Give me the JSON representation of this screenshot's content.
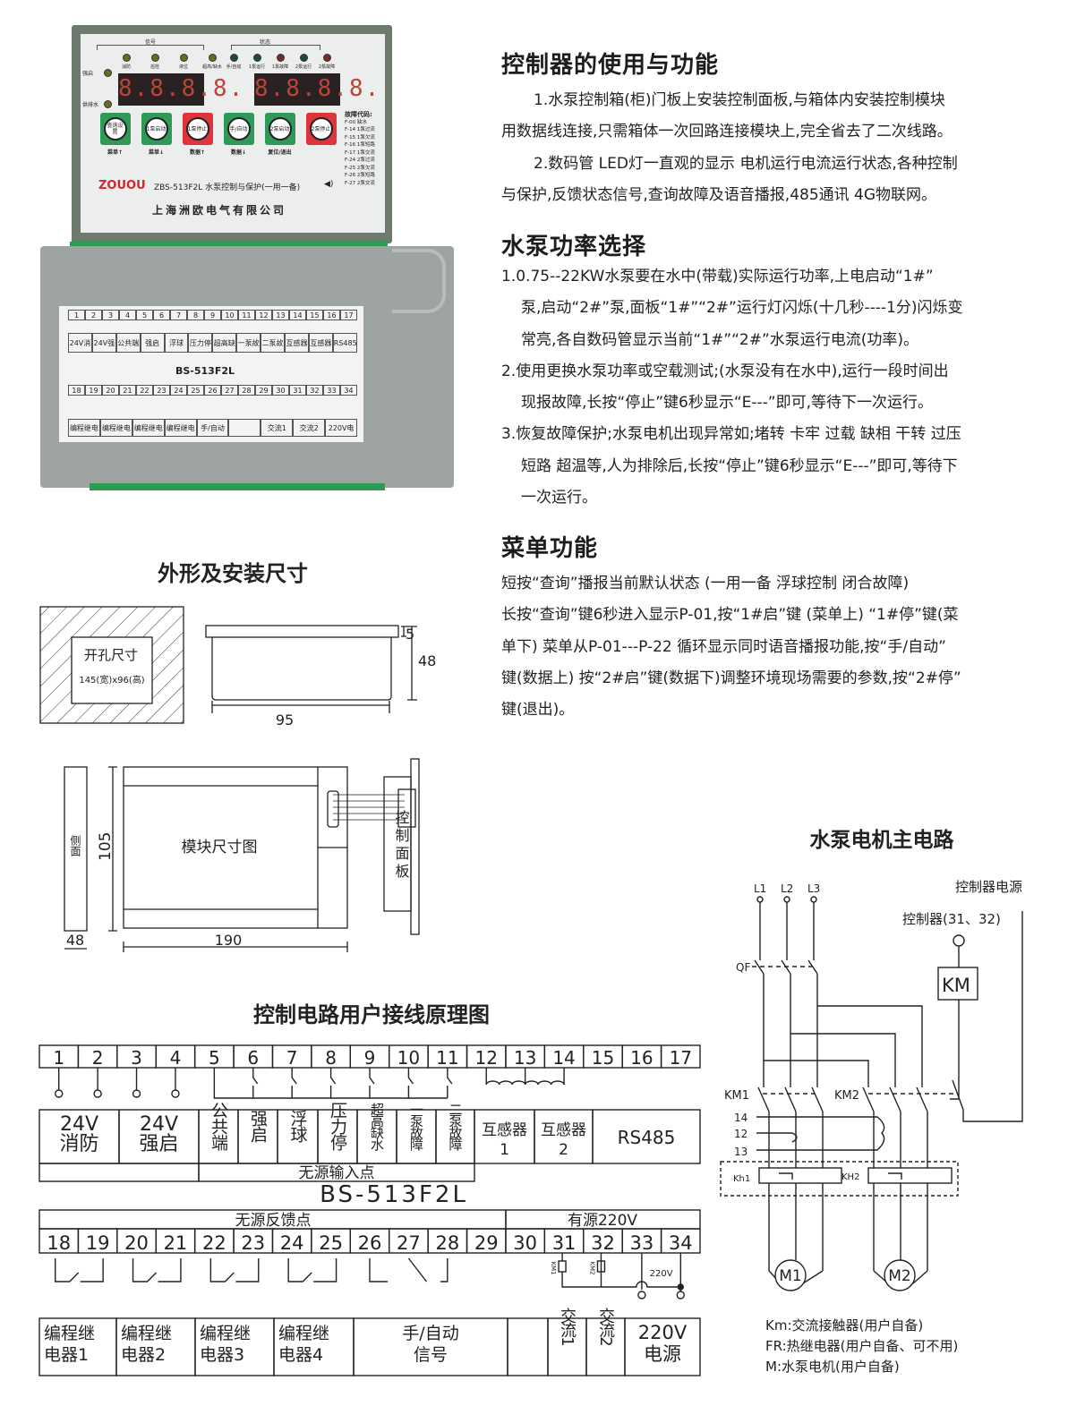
{
  "panel": {
    "signal_label": "信号",
    "status_label": "状态",
    "signal_leds": [
      "消防",
      "巡检",
      "液位",
      "超高/缺水"
    ],
    "status_leds": [
      "手/自动",
      "1泵运行",
      "1泵故障",
      "2泵运行",
      "2泵故障"
    ],
    "side_leds": [
      "强启",
      "供排水"
    ],
    "displays": [
      "8.8.8.8.",
      "8.8.8.8."
    ],
    "buttons": [
      {
        "text": "查询设置",
        "label": "菜单↑",
        "color": "#2f9a57"
      },
      {
        "text": "1泵启动",
        "label": "菜单↓",
        "color": "#2f9a57"
      },
      {
        "text": "1泵停止",
        "label": "数据↑",
        "color": "#e0343c"
      },
      {
        "text": "手/自动",
        "label": "数据↓",
        "color": "#2f9a57"
      },
      {
        "text": "2泵启动",
        "label": "复位/退出",
        "color": "#2f9a57"
      },
      {
        "text": "2泵停止",
        "label": "",
        "color": "#e0343c"
      }
    ],
    "fault_title": "故障代码:",
    "fault_codes": [
      "F-00 缺水",
      "F-14 1泵过流",
      "F-15 1泵欠流",
      "F-16 1泵短路",
      "F-17 1泵交流",
      "F-24 2泵过流",
      "F-25 2泵欠流",
      "F-26 2泵短路",
      "F-27 2泵交流"
    ],
    "brand": "ZOUOU",
    "model": "ZBS-513F2L 水泵控制与保护(一用一备)",
    "company": "上海洲欧电气有限公司"
  },
  "sections": [
    {
      "title": "控制器的使用与功能",
      "lines": [
        "1.水泵控制箱(柜)门板上安装控制面板,与箱体内安装控制模块",
        "用数据线连接,只需箱体一次回路连接模块上,完全省去了二次线路。",
        "2.数码管 LED灯一直观的显示 电机运行电流运行状态,各种控制",
        "与保护,反馈状态信号,查询故障及语音播报,485通讯 4G物联网。"
      ]
    },
    {
      "title": "水泵功率选择",
      "lines": [
        "1.0.75--22KW水泵要在水中(带载)实际运行功率,上电启动“1#”",
        "泵,启动“2#”泵,面板“1#”“2#”运行灯闪烁(十几秒----1分)闪烁变",
        "常亮,各自数码管显示当前“1#”“2#”水泵运行电流(功率)。",
        "2.使用更换水泵功率或空载测试;(水泵没有在水中),运行一段时间出",
        "现报故障,长按“停止”键6秒显示“E---”即可,等待下一次运行。",
        "3.恢复故障保护;水泵电机出现异常如;堵转 卡牢 过载 缺相 干转 过压",
        "短路 超温等,人为排除后,长按“停止”键6秒显示“E---”即可,等待下",
        "一次运行。"
      ]
    },
    {
      "title": "菜单功能",
      "lines": [
        "短按“查询”播报当前默认状态 (一用一备 浮球控制 闭合故障)",
        "长按“查询”键6秒进入显示P-01,按“1#启”键 (菜单上) “1#停”键(菜",
        "单下) 菜单从P-01---P-22 循环显示同时语音播报功能,按“手/自动”",
        "键(数据上) 按“2#启”键(数据下)调整环境现场需要的参数,按“2#停”",
        "键(退出)。"
      ]
    }
  ],
  "dimensions": {
    "title": "外形及安装尺寸",
    "cutout_label": "开孔尺寸",
    "cutout_size": "145(宽)x96(高)",
    "d5": "5",
    "d48": "48",
    "d95": "95",
    "side_label": "侧面",
    "d105": "105",
    "module_label": "模块尺寸图",
    "panel_label": "控制面板",
    "d48b": "48",
    "d190": "190"
  },
  "wiring": {
    "title": "控制电路用户接线原理图",
    "top_terminals": [
      "1",
      "2",
      "3",
      "4",
      "5",
      "6",
      "7",
      "8",
      "9",
      "10",
      "11",
      "12",
      "13",
      "14",
      "15",
      "16",
      "17"
    ],
    "top_labels": [
      "24V消防",
      "24V强启",
      "公共端",
      "强启",
      "浮球",
      "压力停",
      "超高缺水",
      "一泵故障",
      "二泵故障",
      "互感器1",
      "互感器2",
      "RS485"
    ],
    "input_group": "无源输入点",
    "model": "BS-513F2L",
    "feedback_group": "无源反馈点",
    "power_group": "有源220V",
    "bottom_terminals": [
      "18",
      "19",
      "20",
      "21",
      "22",
      "23",
      "24",
      "25",
      "26",
      "27",
      "28",
      "29",
      "30",
      "31",
      "32",
      "33",
      "34"
    ],
    "km1": "KM1",
    "km2": "KM2",
    "v220": "220V",
    "bottom_labels": [
      "编程继电器1",
      "编程继电器2",
      "编程继电器3",
      "编程继电器4",
      "手/自动信号",
      "",
      "交流1",
      "交流2",
      "220V电源"
    ]
  },
  "circuit": {
    "title": "水泵电机主电路",
    "l1": "L1",
    "l2": "L2",
    "l3": "L3",
    "power": "控制器电源",
    "ctrl": "控制器(31、32)",
    "km": "KM",
    "qf": "QF",
    "km1": "KM1",
    "km2": "KM2",
    "t14": "14",
    "t12": "12",
    "t13": "13",
    "kh1": "Kh1",
    "kh2": "KH2",
    "m1": "M1",
    "m2": "M2",
    "legend": [
      "Km:交流接触器(用户自备)",
      "FR:热继电器(用户自备、可不用)",
      "M:水泵电机(用户自备)"
    ]
  }
}
